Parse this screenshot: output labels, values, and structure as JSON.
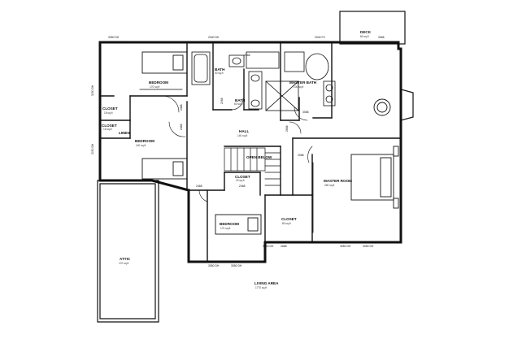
{
  "rooms": {
    "deck": {
      "name": "DECK",
      "area": "80 sq.ft"
    },
    "bedroom_nw": {
      "name": "BEDROOM",
      "area": "170 sq.ft"
    },
    "bath_1": {
      "name": "BATH",
      "area": "50 sq.ft"
    },
    "bath_2": {
      "name": "BATH",
      "area": "60 sq.ft"
    },
    "master_bath": {
      "name": "MASTER BATH",
      "area": "100 sq.ft"
    },
    "closet_1": {
      "name": "CLOSET",
      "area": "18 sq.ft"
    },
    "closet_2": {
      "name": "CLOSET",
      "area": "16 sq.ft"
    },
    "linen": {
      "name": "LINEN"
    },
    "bedroom_w": {
      "name": "BEDROOM",
      "area": "140 sq.ft"
    },
    "hall": {
      "name": "HALL",
      "area": "140 sq.ft"
    },
    "open_below": {
      "name": "OPEN BELOW"
    },
    "closet_3": {
      "name": "CLOSET",
      "area": "15 sq.ft"
    },
    "bedroom_s": {
      "name": "BEDROOM",
      "area": "170 sq.ft"
    },
    "closet_4": {
      "name": "CLOSET",
      "area": "80 sq.ft"
    },
    "master_room": {
      "name": "MASTER ROOM",
      "area": "260 sq.ft"
    },
    "attic": {
      "name": "ATTIC",
      "area": "170 sq.ft"
    }
  },
  "summary": {
    "label": "LIVING AREA",
    "area": "1770 sq.ft"
  },
  "dimensions": {
    "top_1": "3050 DH",
    "top_2": "2040 DH",
    "top_3": "2040 FX",
    "deck_door": "3068",
    "left_1": "3050 DH",
    "left_2": "3050 DH",
    "door_a": "2468",
    "door_b": "2468",
    "door_c": "2068",
    "door_d": "2668",
    "door_e": "2068",
    "door_f": "3068",
    "door_g": "2068",
    "door_h": "2468",
    "door_i": "2468",
    "door_j": "2668",
    "bot_1": "3050 DH",
    "bot_2": "3050 DH",
    "bot_3": "3050 DH",
    "bot_4": "3050 DH",
    "bot_5": "3050 DH"
  }
}
